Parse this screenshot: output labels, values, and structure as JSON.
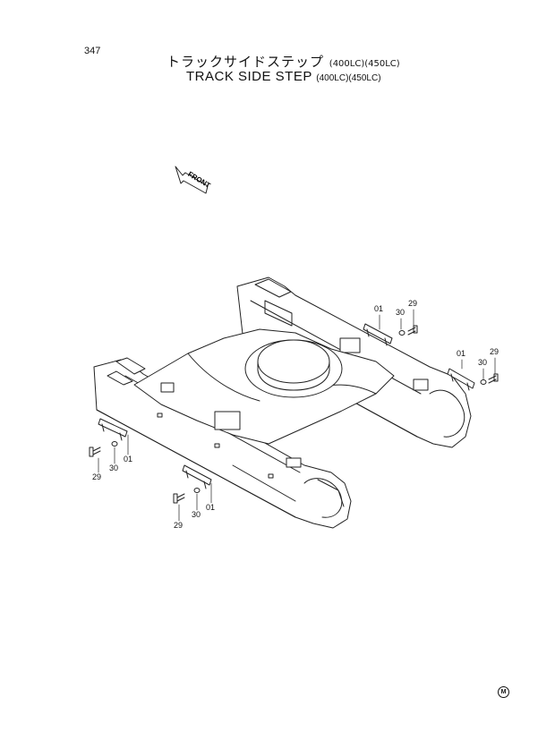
{
  "page": {
    "number": "347"
  },
  "title": {
    "japanese": "トラックサイドステップ",
    "english": "TRACK SIDE STEP",
    "variants": [
      "(400LC)",
      "(450LC)"
    ]
  },
  "front_label": "FRONT",
  "callouts": [
    "01",
    "29",
    "30",
    "01",
    "29",
    "30",
    "01",
    "30",
    "29",
    "01",
    "30",
    "29"
  ],
  "footer_mark": "M"
}
